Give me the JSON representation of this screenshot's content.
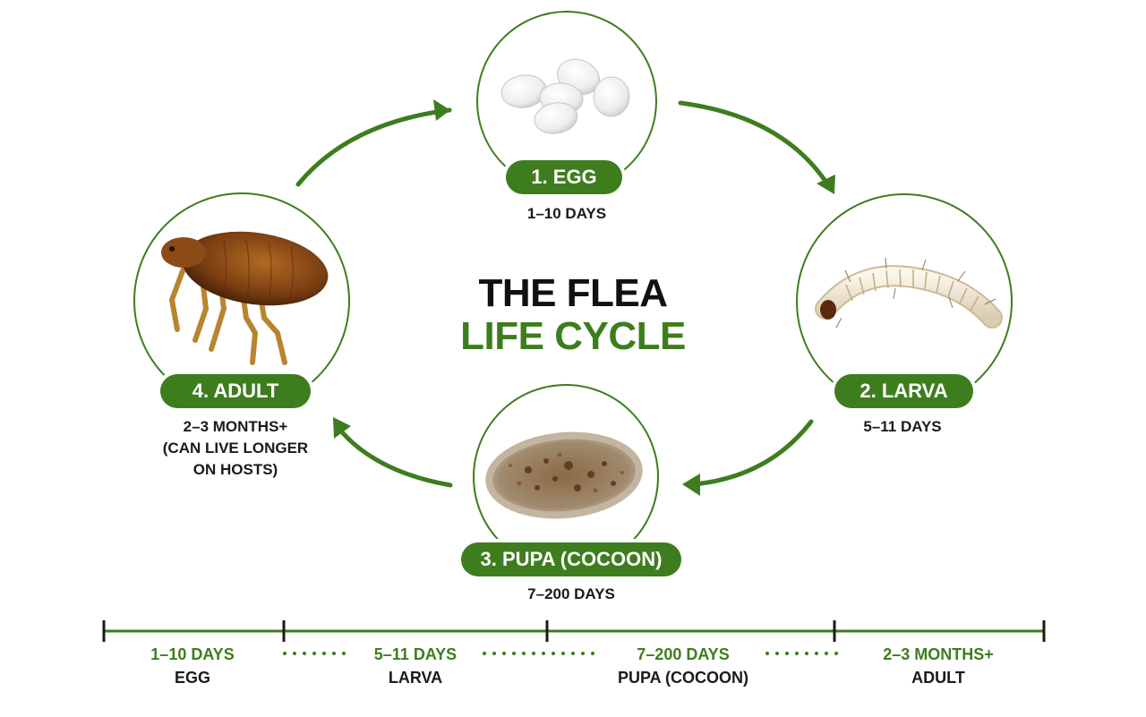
{
  "title": {
    "line1": "THE FLEA",
    "line2": "LIFE CYCLE"
  },
  "colors": {
    "accent": "#3e7d1e",
    "text": "#1a1a1a",
    "circle_stroke": "#3e7d1e"
  },
  "stages": [
    {
      "label": "1. EGG",
      "duration": "1–10 DAYS",
      "icon": "flea-eggs-icon"
    },
    {
      "label": "2. LARVA",
      "duration": "5–11 DAYS",
      "icon": "flea-larva-icon"
    },
    {
      "label": "3. PUPA (COCOON)",
      "duration": "7–200 DAYS",
      "icon": "flea-cocoon-icon"
    },
    {
      "label": "4. ADULT",
      "duration": "2–3 MONTHS+",
      "note_line1": "(CAN LIVE LONGER",
      "note_line2": "ON HOSTS)",
      "icon": "adult-flea-icon"
    }
  ],
  "timeline": [
    {
      "duration": "1–10 DAYS",
      "stage": "EGG"
    },
    {
      "duration": "5–11 DAYS",
      "stage": "LARVA"
    },
    {
      "duration": "7–200 DAYS",
      "stage": "PUPA (COCOON)"
    },
    {
      "duration": "2–3 MONTHS+",
      "stage": "ADULT"
    }
  ]
}
